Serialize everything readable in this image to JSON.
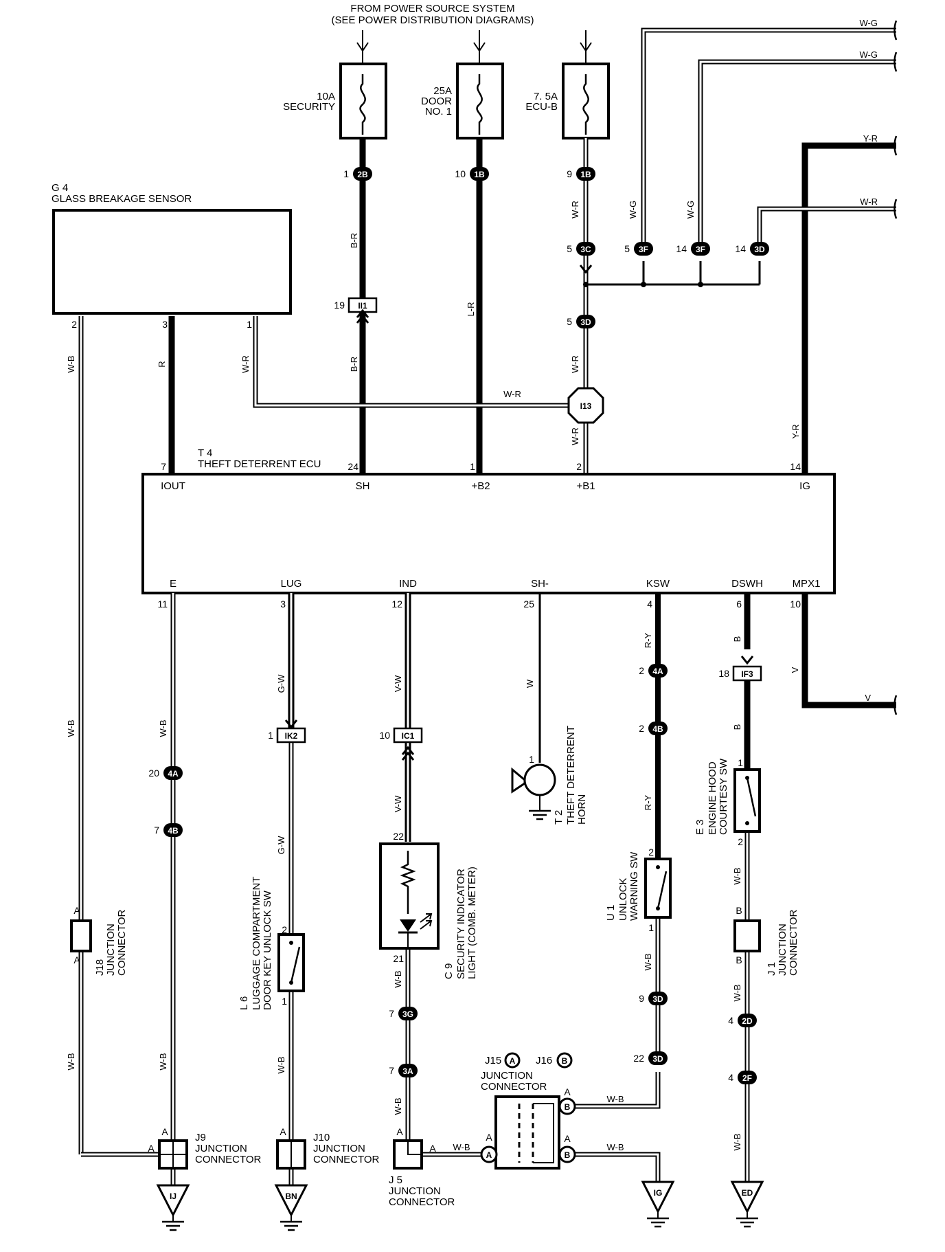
{
  "header": {
    "line1": "FROM POWER SOURCE SYSTEM",
    "line2": "(SEE POWER DISTRIBUTION DIAGRAMS)"
  },
  "fuses": [
    {
      "amp": "10A",
      "name": "SECURITY",
      "name2": ""
    },
    {
      "amp": "25A",
      "name": "DOOR",
      "name2": "NO. 1"
    },
    {
      "amp": "7. 5A",
      "name": "ECU-B",
      "name2": ""
    }
  ],
  "components": {
    "g4": {
      "code": "G 4",
      "name": "GLASS BREAKAGE SENSOR"
    },
    "t4": {
      "code": "T 4",
      "name": "THEFT DETERRENT ECU"
    },
    "t2": {
      "code": "T 2",
      "name": "THEFT DETERRENT",
      "name2": "HORN"
    },
    "c9": {
      "code": "C 9",
      "name": "SECURITY INDICATOR",
      "name2": "LIGHT (COMB. METER)"
    },
    "l6": {
      "code": "L 6",
      "name": "LUGGAGE COMPARTMENT",
      "name2": "DOOR KEY UNLOCK SW"
    },
    "u1": {
      "code": "U 1",
      "name": "UNLOCK",
      "name2": "WARNING SW"
    },
    "e3": {
      "code": "E 3",
      "name": "ENGINE HOOD",
      "name2": "COURTESY SW"
    },
    "j18": {
      "code": "J18",
      "name": "JUNCTION",
      "name2": "CONNECTOR"
    },
    "j1": {
      "code": "J 1",
      "name": "JUNCTION",
      "name2": "CONNECTOR"
    },
    "j9": {
      "code": "J9",
      "name": "JUNCTION",
      "name2": "CONNECTOR"
    },
    "j10": {
      "code": "J10",
      "name": "JUNCTION",
      "name2": "CONNECTOR"
    },
    "j5": {
      "code": "J 5",
      "name": "JUNCTION",
      "name2": "CONNECTOR"
    },
    "j15j16": {
      "j15": "J15",
      "j16": "J16",
      "name": "JUNCTION",
      "name2": "CONNECTOR"
    }
  },
  "ecu_terminals_top": [
    "IOUT",
    "SH",
    "+B2",
    "+B1",
    "IG"
  ],
  "ecu_terminals_bottom": [
    "E",
    "LUG",
    "IND",
    "SH-",
    "KSW",
    "DSWH",
    "MPX1"
  ],
  "wire_colors": {
    "wg": "W-G",
    "yr": "Y-R",
    "wr": "W-R",
    "wb": "W-B",
    "br": "B-R",
    "lr": "L-R",
    "r": "R",
    "gw": "G-W",
    "vw": "V-W",
    "w": "W",
    "ry": "R-Y",
    "b": "B",
    "v": "V"
  },
  "connectors": {
    "c2b": "2B",
    "c1b": "1B",
    "c3c": "3C",
    "c3f": "3F",
    "c3d": "3D",
    "ii1": "II1",
    "i13": "I13",
    "c4a": "4A",
    "c4b": "4B",
    "ik2": "IK2",
    "ic1": "IC1",
    "if3": "IF3",
    "c3g": "3G",
    "c3a": "3A",
    "c2d": "2D",
    "c2f": "2F",
    "ij": "IJ",
    "bn": "BN",
    "ig": "IG",
    "ed": "ED",
    "a": "A",
    "b": "B"
  },
  "pins": {
    "p1": "1",
    "p2": "2",
    "p3": "3",
    "p4": "4",
    "p5": "5",
    "p6": "6",
    "p7": "7",
    "p9": "9",
    "p10": "10",
    "p11": "11",
    "p12": "12",
    "p14": "14",
    "p18": "18",
    "p19": "19",
    "p20": "20",
    "p21": "21",
    "p22": "22",
    "p24": "24",
    "p25": "25"
  }
}
